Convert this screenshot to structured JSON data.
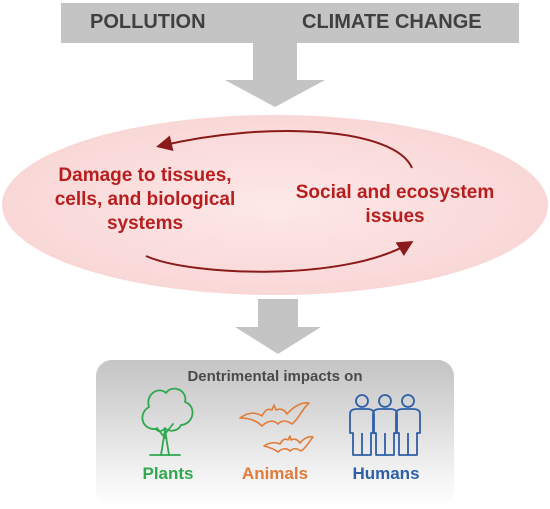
{
  "header": {
    "left_label": "POLLUTION",
    "right_label": "CLIMATE CHANGE"
  },
  "cycle": {
    "left_text_lines": [
      "Damage to tissues,",
      "cells, and biological",
      "systems"
    ],
    "right_text_lines": [
      "Social and ecosystem",
      "issues"
    ]
  },
  "impacts": {
    "title": "Dentrimental impacts on",
    "items": [
      {
        "label": "Plants",
        "icon": "tree-icon",
        "color": "#2fa84f"
      },
      {
        "label": "Animals",
        "icon": "bats-icon",
        "color": "#e07b39"
      },
      {
        "label": "Humans",
        "icon": "people-icon",
        "color": "#2e5fa8"
      }
    ]
  },
  "colors": {
    "banner": "#c4c4c4",
    "arrow": "#c4c4c4",
    "ellipse_fill": "#fbe3e3",
    "cycle_text": "#b81e1e",
    "cycle_arrow": "#8b1a1a"
  }
}
